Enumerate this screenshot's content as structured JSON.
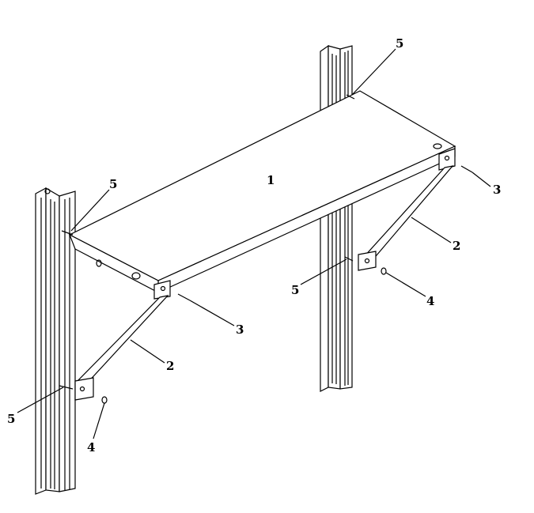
{
  "figure": {
    "labels": {
      "shelf": "1",
      "bracket_right": "2",
      "bracket_left": "2",
      "screw_right": "3",
      "screw_left": "3",
      "pin_right": "4",
      "pin_left": "4",
      "fastener_top_right": "5",
      "fastener_top_left": "5",
      "fastener_mid_right": "5",
      "fastener_bottom_left": "5"
    }
  }
}
